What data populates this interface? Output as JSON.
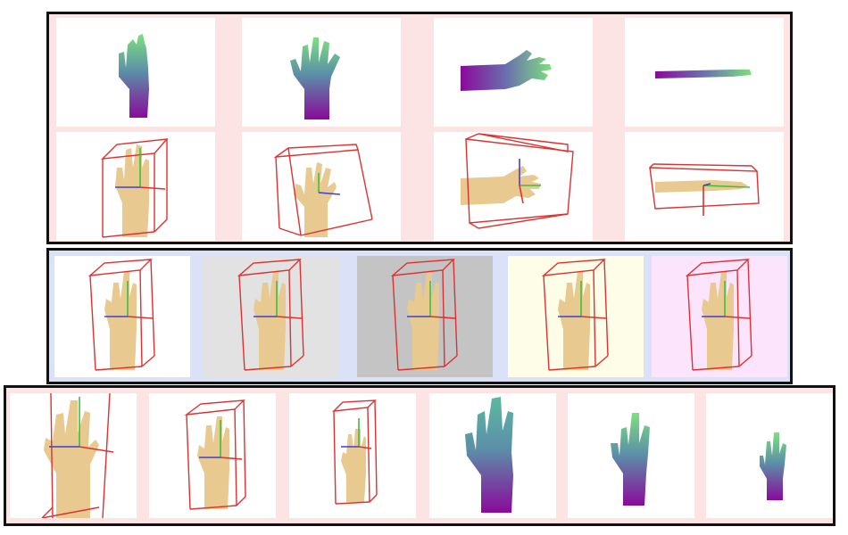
{
  "colors": {
    "panel_a_bg": "#fde4e4",
    "panel_b_bg": "#dbe2f7",
    "panel_c_bg": "#fde4e4",
    "border": "#111111",
    "box_edge": "#e03030",
    "skin": "#e8c98f",
    "depth_green": "#7ee07e",
    "depth_purple": "#8a0a9a",
    "cell_backgrounds_panel_b": [
      "#ffffff",
      "#e2e2e2",
      "#c4c4c4",
      "#fdfde8",
      "#fde4fd"
    ]
  },
  "panels": [
    {
      "id": "panel-a",
      "rows": [
        {
          "kind": "depth-render",
          "views": [
            "upright",
            "upright-spread",
            "horizontal",
            "side-edge"
          ]
        },
        {
          "kind": "3d-box-pose",
          "views": [
            "upright",
            "upright-spread",
            "horizontal",
            "side-edge"
          ]
        }
      ]
    },
    {
      "id": "panel-b",
      "rows": [
        {
          "kind": "3d-box-pose",
          "views": [
            "upright",
            "upright",
            "upright",
            "upright",
            "upright"
          ]
        }
      ]
    },
    {
      "id": "panel-c",
      "rows": [
        {
          "kind": "mixed",
          "views": [
            "box-large",
            "box-medium",
            "box-small",
            "depth-large",
            "depth-medium",
            "depth-small"
          ]
        }
      ]
    }
  ]
}
